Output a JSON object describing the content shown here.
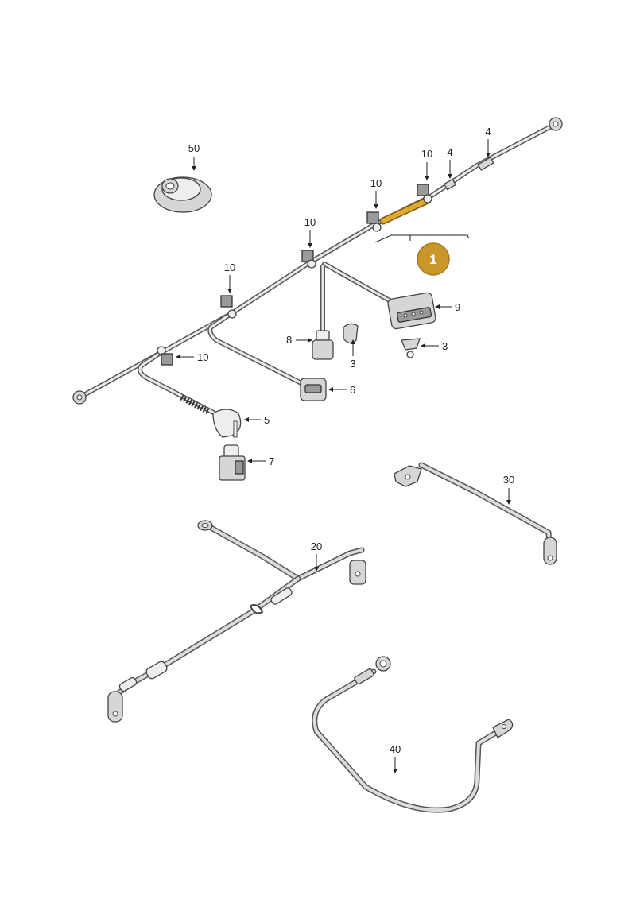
{
  "colors": {
    "highlight": "#e0a92e",
    "badge": "#c9962a",
    "line": "#444444"
  },
  "callouts": {
    "badge": "1",
    "items": [
      {
        "id": "50",
        "text": "50"
      },
      {
        "id": "4a",
        "text": "4"
      },
      {
        "id": "4b",
        "text": "4"
      },
      {
        "id": "10a",
        "text": "10"
      },
      {
        "id": "10b",
        "text": "10"
      },
      {
        "id": "10c",
        "text": "10"
      },
      {
        "id": "10d",
        "text": "10"
      },
      {
        "id": "10e",
        "text": "10"
      },
      {
        "id": "9",
        "text": "9"
      },
      {
        "id": "8",
        "text": "8"
      },
      {
        "id": "3a",
        "text": "3"
      },
      {
        "id": "3b",
        "text": "3"
      },
      {
        "id": "6",
        "text": "6"
      },
      {
        "id": "5",
        "text": "5"
      },
      {
        "id": "7",
        "text": "7"
      },
      {
        "id": "30",
        "text": "30"
      },
      {
        "id": "20",
        "text": "20"
      },
      {
        "id": "40",
        "text": "40"
      }
    ]
  }
}
